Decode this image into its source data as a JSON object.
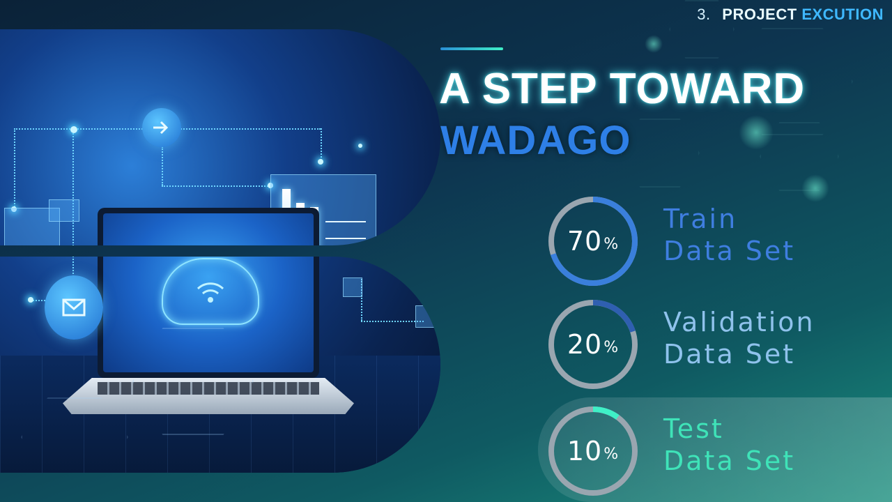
{
  "header": {
    "section_number": "3.",
    "section_word1": "PROJECT",
    "section_word2": "EXCUTION"
  },
  "title": {
    "line1": "A STEP TOWARD",
    "line2": "WADAGO"
  },
  "splits": [
    {
      "value": "70",
      "unit": "%",
      "line1": "Train",
      "line2": "Data Set",
      "fraction": 0.7,
      "color": "#3a7fdc",
      "label_color": "#3f7ee0"
    },
    {
      "value": "20",
      "unit": "%",
      "line1": "Validation",
      "line2": "Data Set",
      "fraction": 0.2,
      "color": "#2f5fb0",
      "label_color": "#8fc2ec"
    },
    {
      "value": "10",
      "unit": "%",
      "line1": "Test",
      "line2": "Data Set",
      "fraction": 0.1,
      "color": "#3ff0c7",
      "label_color": "#3fe3b8"
    }
  ],
  "icons": {
    "arrow": "arrow-right-icon",
    "mail": "mail-icon",
    "cloud": "cloud-wifi-icon"
  }
}
